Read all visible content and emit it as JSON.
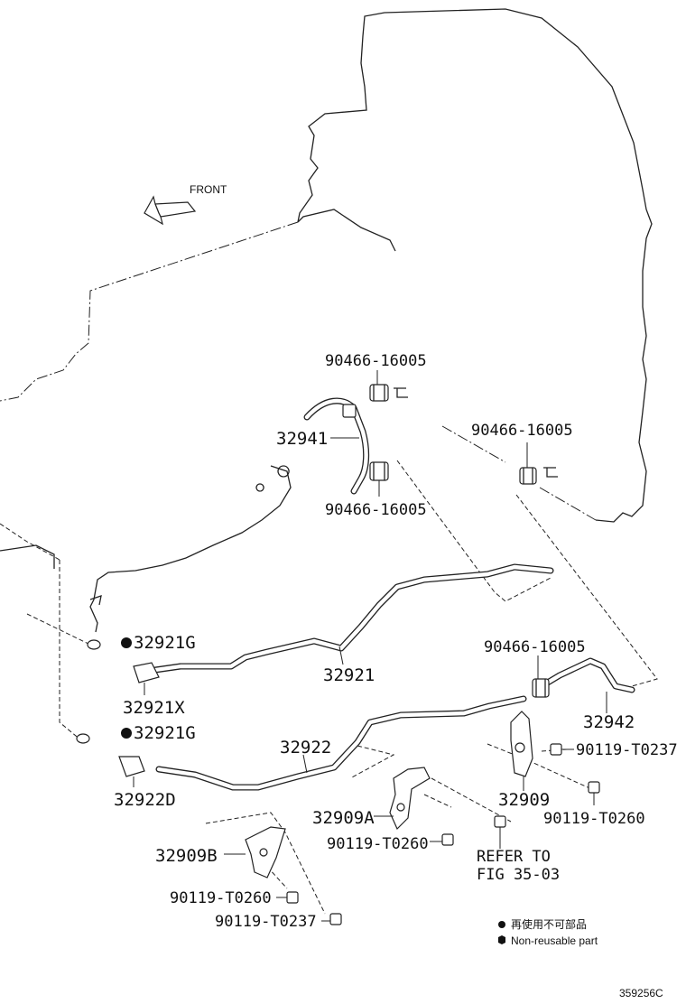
{
  "diagram": {
    "front_label": "FRONT",
    "callouts": {
      "clamp_top": "90466-16005",
      "hose_32941": "32941",
      "clamp_mid": "90466-16005",
      "clamp_right": "90466-16005",
      "gasket_upper": "32921G",
      "pipe_32921": "32921",
      "union_32921x": "32921X",
      "clamp_lower_right": "90466-16005",
      "hose_32942": "32942",
      "gasket_lower": "32921G",
      "pipe_32922": "32922",
      "bolt_t0237_right": "90119-T0237",
      "union_32922d": "32922D",
      "bracket_32909": "32909",
      "bolt_t0260_right": "90119-T0260",
      "bracket_32909a": "32909A",
      "bolt_t0260_mid": "90119-T0260",
      "refer_line1": "REFER TO",
      "refer_line2": "FIG 35-03",
      "bracket_32909b": "32909B",
      "bolt_t0260_left": "90119-T0260",
      "bolt_t0237_left": "90119-T0237"
    },
    "legend": {
      "reuse_text": "再使用不可部品",
      "nonreusable_text": "Non-reusable part"
    },
    "figure_id": "359256C"
  }
}
